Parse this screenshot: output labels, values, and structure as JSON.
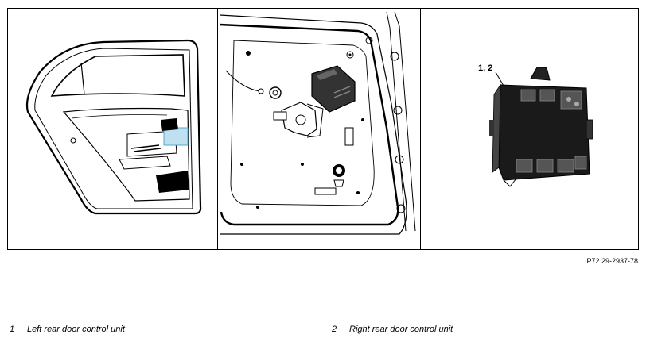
{
  "figure": {
    "reference_code": "P72.29-2937-78",
    "callout_label": "1, 2"
  },
  "legend": [
    {
      "number": "1",
      "text": "Left rear door control unit"
    },
    {
      "number": "2",
      "text": "Right rear door control unit"
    }
  ]
}
